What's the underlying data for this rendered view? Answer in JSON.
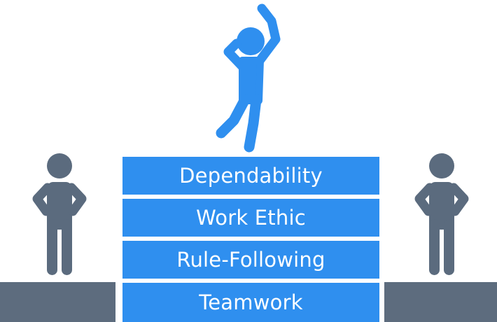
{
  "colors": {
    "accent": "#2F8FEF",
    "figure_gray": "#5B6B7E",
    "pedestal_gray": "#5D6C7E",
    "background": "#FFFFFF",
    "block_text": "#FFFFFF"
  },
  "blocks": [
    {
      "label": "Dependability"
    },
    {
      "label": "Work Ethic"
    },
    {
      "label": "Rule-Following"
    },
    {
      "label": "Teamwork"
    }
  ],
  "icons": {
    "center_figure": "person-cheering-icon",
    "left_figure": "person-standing-icon",
    "right_figure": "person-standing-icon"
  }
}
